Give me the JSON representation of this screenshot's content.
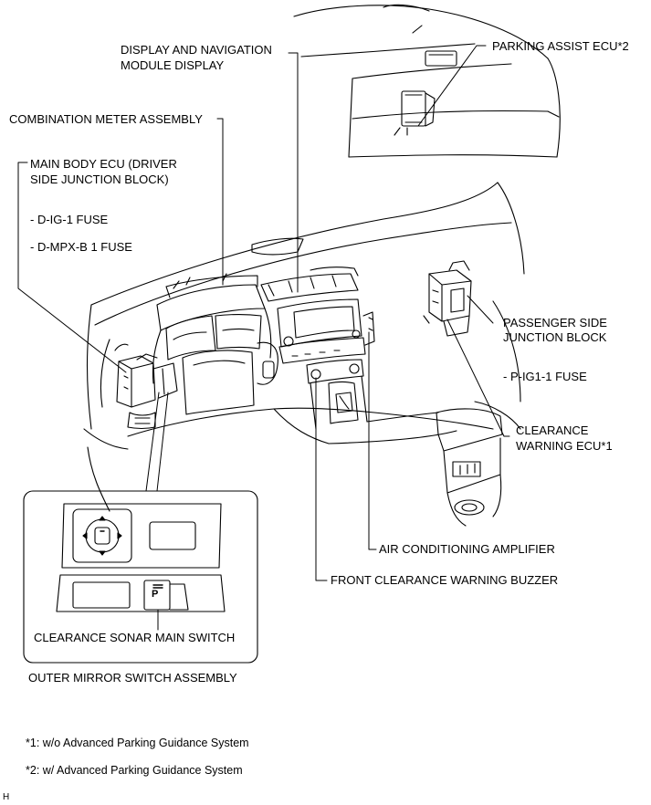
{
  "labels": {
    "display_nav_1": "DISPLAY AND NAVIGATION",
    "display_nav_2": "MODULE DISPLAY",
    "parking_assist": "PARKING ASSIST ECU*2",
    "combination_meter": "COMBINATION METER ASSEMBLY",
    "main_body_1": "MAIN BODY ECU (DRIVER",
    "main_body_2": "SIDE JUNCTION BLOCK)",
    "d_ig_fuse": "- D-IG-1 FUSE",
    "d_mpx_fuse": "- D-MPX-B 1 FUSE",
    "passenger_1": "PASSENGER SIDE",
    "passenger_2": "JUNCTION BLOCK",
    "p_ig_fuse": "- P-IG1-1 FUSE",
    "clearance_ecu_1": "CLEARANCE",
    "clearance_ecu_2": "WARNING ECU*1",
    "ac_amplifier": "AIR CONDITIONING AMPLIFIER",
    "buzzer": "FRONT CLEARANCE WARNING BUZZER",
    "sonar_switch": "CLEARANCE SONAR MAIN SWITCH",
    "mirror_switch": "OUTER MIRROR SWITCH ASSEMBLY",
    "switch_legend": "P"
  },
  "footnotes": {
    "note1": "*1: w/o Advanced Parking Guidance System",
    "note2": "*2: w/ Advanced Parking Guidance System"
  },
  "corner_mark": "H"
}
